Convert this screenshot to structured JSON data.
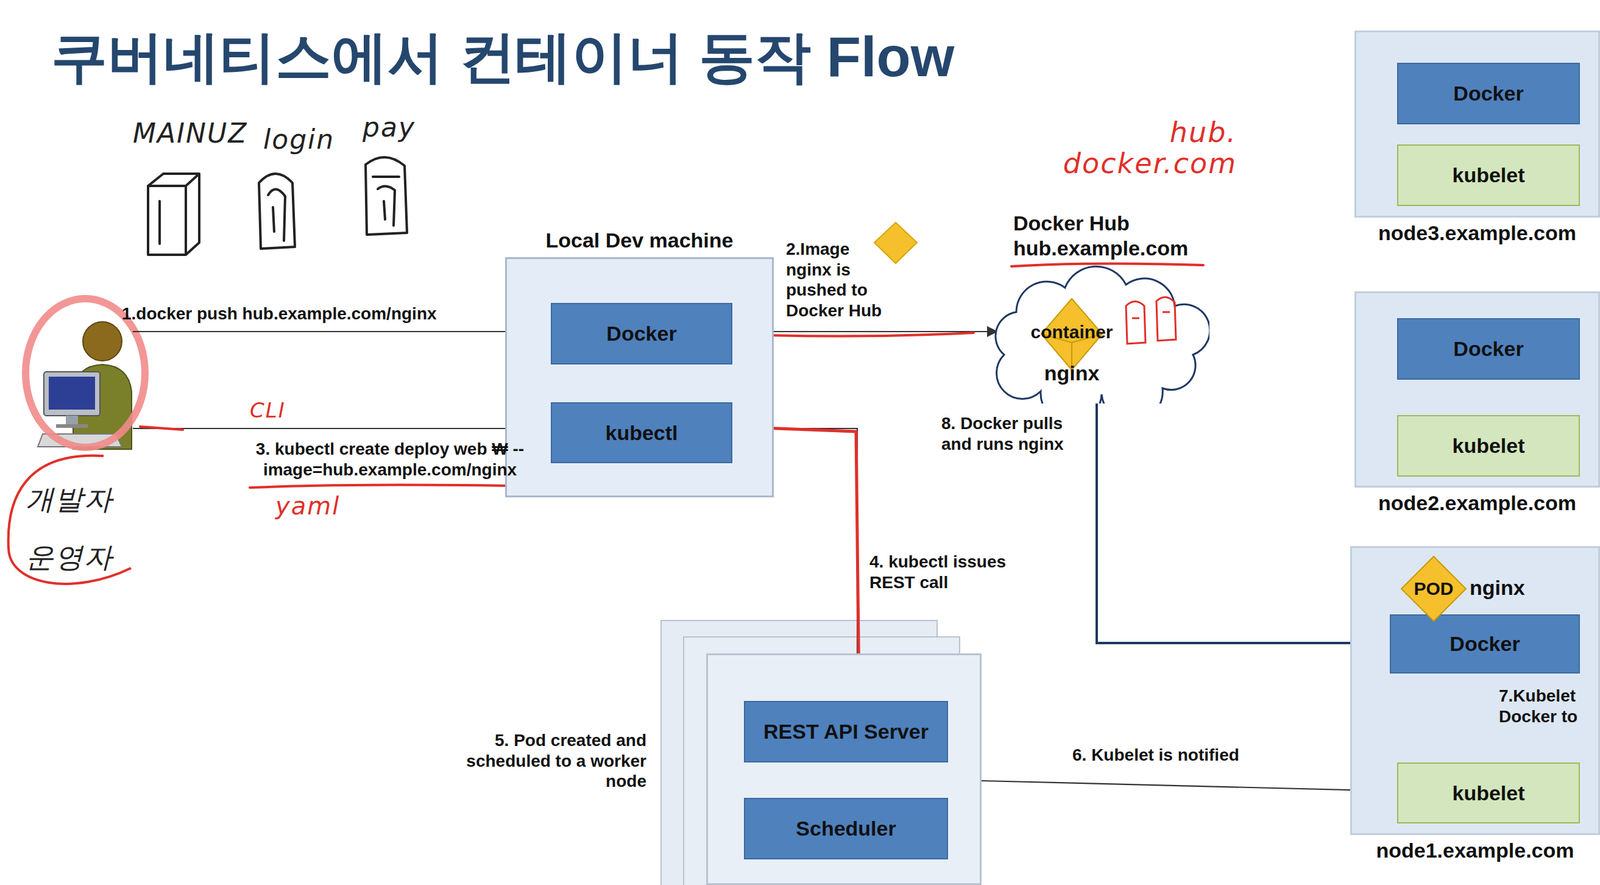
{
  "diagram": {
    "title": "쿠버네티스에서 컨테이너 동작 Flow",
    "nodes": [
      {
        "text": [
          "개발자",
          "운영자"
        ]
      },
      {
        "text": [
          "Local Dev machine"
        ]
      },
      {
        "text": [
          "Docker"
        ],
        "in": 1
      },
      {
        "text": [
          "kubectl"
        ],
        "in": 1
      },
      {
        "text": [
          "Docker Hub hub.example.com",
          "container",
          "nginx"
        ]
      },
      {
        "text": [
          "5. Pod created and scheduled to a worker node"
        ]
      },
      {
        "text": [
          "REST API Server"
        ],
        "in": 5
      },
      {
        "text": [
          "Scheduler"
        ],
        "in": 5
      },
      {
        "text": [
          "node3.example.com"
        ]
      },
      {
        "text": [
          "Docker"
        ],
        "in": 8
      },
      {
        "text": [
          "kubelet"
        ],
        "in": 8
      },
      {
        "text": [
          "node2.example.com"
        ]
      },
      {
        "text": [
          "Docker"
        ],
        "in": 11
      },
      {
        "text": [
          "kubelet"
        ],
        "in": 11
      },
      {
        "text": [
          "node1.example.com"
        ]
      },
      {
        "text": [
          "POD"
        ],
        "in": 14
      },
      {
        "text": [
          "Docker"
        ],
        "in": 14
      },
      {
        "text": [
          "kubelet"
        ],
        "in": 14
      }
    ],
    "edges": [
      {
        "from": 0,
        "to": 2,
        "arrow": "to",
        "label": "1.docker push hub.example.com/nginx"
      },
      {
        "from": 0,
        "to": 3,
        "arrow": "to",
        "label": "3. kubectl create deploy web ₩ --image=hub.example.com/nginx"
      },
      {
        "from": 2,
        "to": 4,
        "arrow": "to",
        "label": "2.Image nginx is pushed to Docker Hub"
      },
      {
        "from": 3,
        "to": 6,
        "arrow": "to",
        "label": "4. kubectl issues REST call"
      },
      {
        "from": 5,
        "to": 17,
        "arrow": "to",
        "label": "6. Kubelet is notified"
      },
      {
        "from": 4,
        "to": 16,
        "arrow": "to",
        "label": "8. Docker pulls and runs nginx"
      },
      {
        "from": 17,
        "to": 16,
        "arrow": "to",
        "label": "7.Kubelet Docker to"
      }
    ],
    "labels": [
      "MAINUZ",
      "login",
      "pay",
      "hub. docker.com",
      "CLI",
      "yaml",
      "nginx"
    ]
  }
}
